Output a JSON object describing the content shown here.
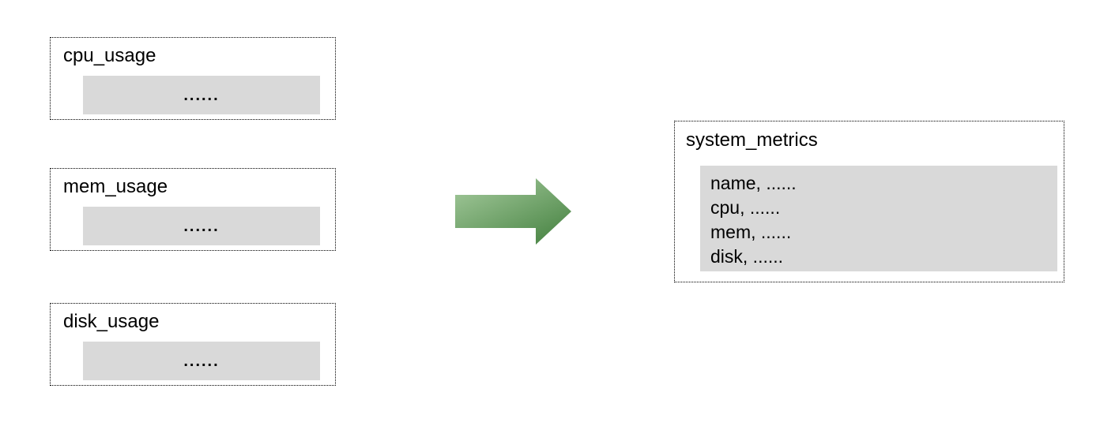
{
  "diagram": {
    "sources": [
      {
        "title": "cpu_usage",
        "placeholder": "......"
      },
      {
        "title": "mem_usage",
        "placeholder": "......"
      },
      {
        "title": "disk_usage",
        "placeholder": "......"
      }
    ],
    "arrow": {
      "direction": "right",
      "gradient_start": "#a7cc9f",
      "gradient_end": "#4b8646"
    },
    "result": {
      "title": "system_metrics",
      "rows": [
        "name, ......",
        "cpu, ......",
        "mem, ......",
        "disk, ......"
      ]
    },
    "colors": {
      "background": "#ffffff",
      "panel_fill": "#d9d9d9",
      "border": "#000000",
      "text": "#000000"
    }
  }
}
